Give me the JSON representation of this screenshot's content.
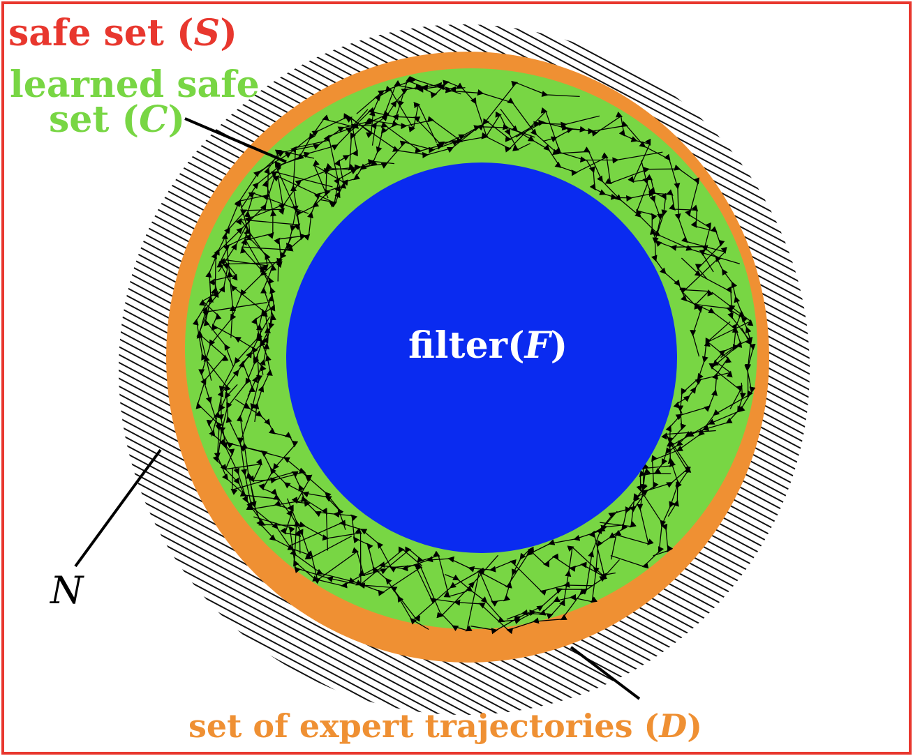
{
  "labels": {
    "safe_set_text": "safe set (",
    "safe_set_symbol": "S",
    "safe_set_close": ")",
    "learned_line1": "learned safe",
    "learned_line2_text": "set (",
    "learned_symbol": "C",
    "learned_close": ")",
    "filter_text": "filter(",
    "filter_symbol": "F",
    "filter_close": ")",
    "expert_text": "set of expert trajectories (",
    "expert_symbol": "D",
    "expert_close": ")",
    "n_symbol": "N"
  },
  "colors": {
    "safe_set": "#e8372e",
    "learned_safe_set": "#78d644",
    "expert_set": "#ef9033",
    "filter": "#0a2bf0",
    "hatch": "#111111",
    "trajectory": "#000000"
  }
}
